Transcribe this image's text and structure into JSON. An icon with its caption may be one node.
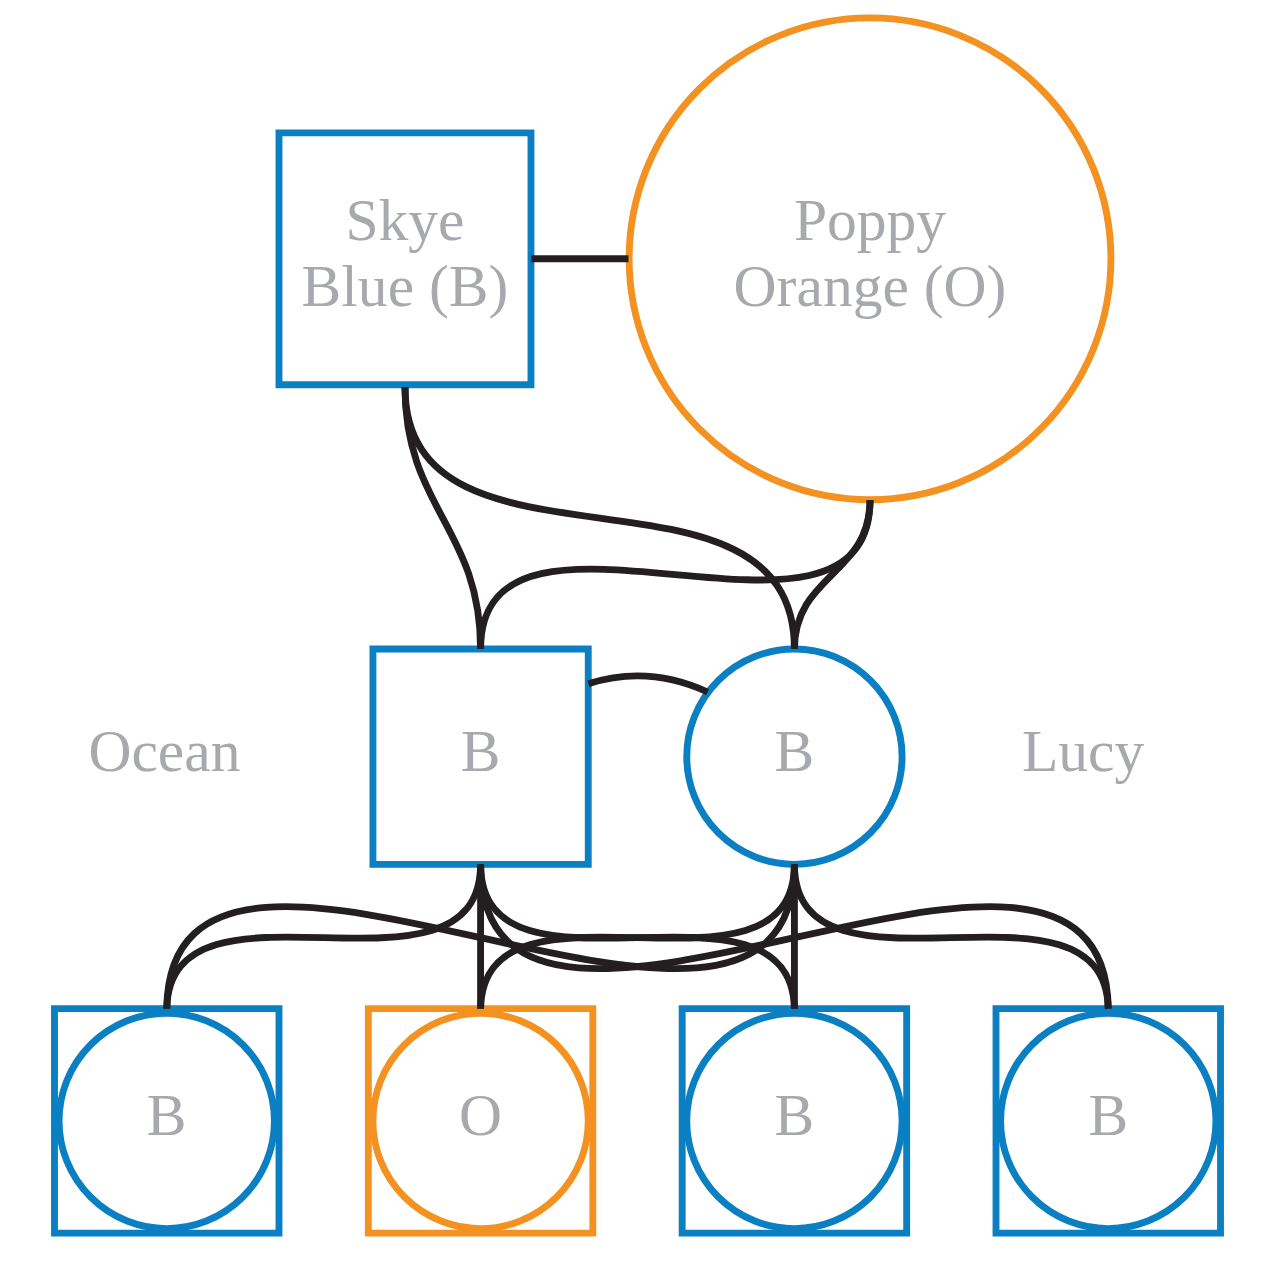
{
  "diagram": {
    "nodes": [
      {
        "text": [
          "Skye",
          "Blue (B)"
        ]
      },
      {
        "text": [
          "Poppy",
          "Orange (O)"
        ]
      },
      {
        "text": [
          "B"
        ],
        "beside": [
          "Ocean"
        ]
      },
      {
        "text": [
          "B"
        ],
        "beside": [
          "Lucy"
        ]
      },
      {
        "text": [],
        "shape": "box"
      },
      {
        "text": [
          "B"
        ],
        "in": 4
      },
      {
        "text": [],
        "shape": "box"
      },
      {
        "text": [
          "B"
        ],
        "in": 6
      },
      {
        "text": [],
        "shape": "box"
      },
      {
        "text": [
          "B"
        ],
        "in": 8
      },
      {
        "text": [],
        "shape": "box"
      },
      {
        "text": [
          "O"
        ],
        "in": 10
      }
    ],
    "edges": [
      {
        "from": 0,
        "to": 1,
        "arrow": "none"
      },
      {
        "from": 0,
        "to": 2,
        "arrow": "none"
      },
      {
        "from": 1,
        "to": 2,
        "arrow": "none"
      },
      {
        "from": 0,
        "to": 3,
        "arrow": "none"
      },
      {
        "from": 1,
        "to": 3,
        "arrow": "none"
      },
      {
        "from": 2,
        "to": 3,
        "arrow": "none"
      },
      {
        "from": 2,
        "to": 4,
        "arrow": "none"
      },
      {
        "from": 3,
        "to": 4,
        "arrow": "none"
      },
      {
        "from": 2,
        "to": 6,
        "arrow": "none"
      },
      {
        "from": 3,
        "to": 6,
        "arrow": "none"
      },
      {
        "from": 2,
        "to": 8,
        "arrow": "none"
      },
      {
        "from": 3,
        "to": 8,
        "arrow": "none"
      },
      {
        "from": 2,
        "to": 10,
        "arrow": "none"
      },
      {
        "from": 3,
        "to": 10,
        "arrow": "none"
      }
    ]
  }
}
